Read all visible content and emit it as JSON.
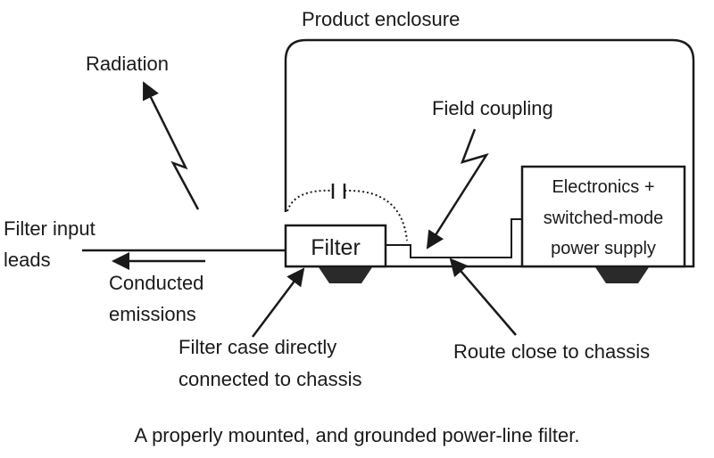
{
  "labels": {
    "product_enclosure": "Product enclosure",
    "radiation": "Radiation",
    "field_coupling": "Field coupling",
    "electronics_line1": "Electronics +",
    "electronics_line2": "switched-mode",
    "electronics_line3": "power supply",
    "filter": "Filter",
    "filter_input_line1": "Filter input",
    "filter_input_line2": "leads",
    "conducted_line1": "Conducted",
    "conducted_line2": "emissions",
    "filter_case_line1": "Filter case directly",
    "filter_case_line2": "connected to chassis",
    "route_close": "Route close to chassis"
  },
  "caption": "A properly mounted, and grounded power-line filter.",
  "colors": {
    "line": "#1a1a1a",
    "foot": "#2a2a2a"
  }
}
